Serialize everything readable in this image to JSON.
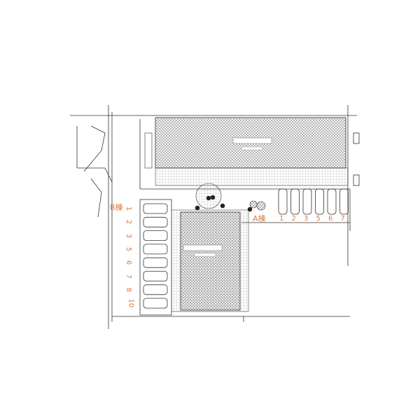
{
  "drawing": {
    "building_b": {
      "label": "B棟",
      "stalls": [
        "1",
        "2",
        "3",
        "5",
        "6",
        "7",
        "8",
        "10"
      ]
    },
    "building_a": {
      "label": "A棟",
      "stalls": [
        "1",
        "2",
        "3",
        "5",
        "6",
        "7"
      ]
    },
    "colors": {
      "lines": "#333333",
      "stall_labels": "#e07a3a",
      "hatch": "#9a9a9a"
    }
  }
}
